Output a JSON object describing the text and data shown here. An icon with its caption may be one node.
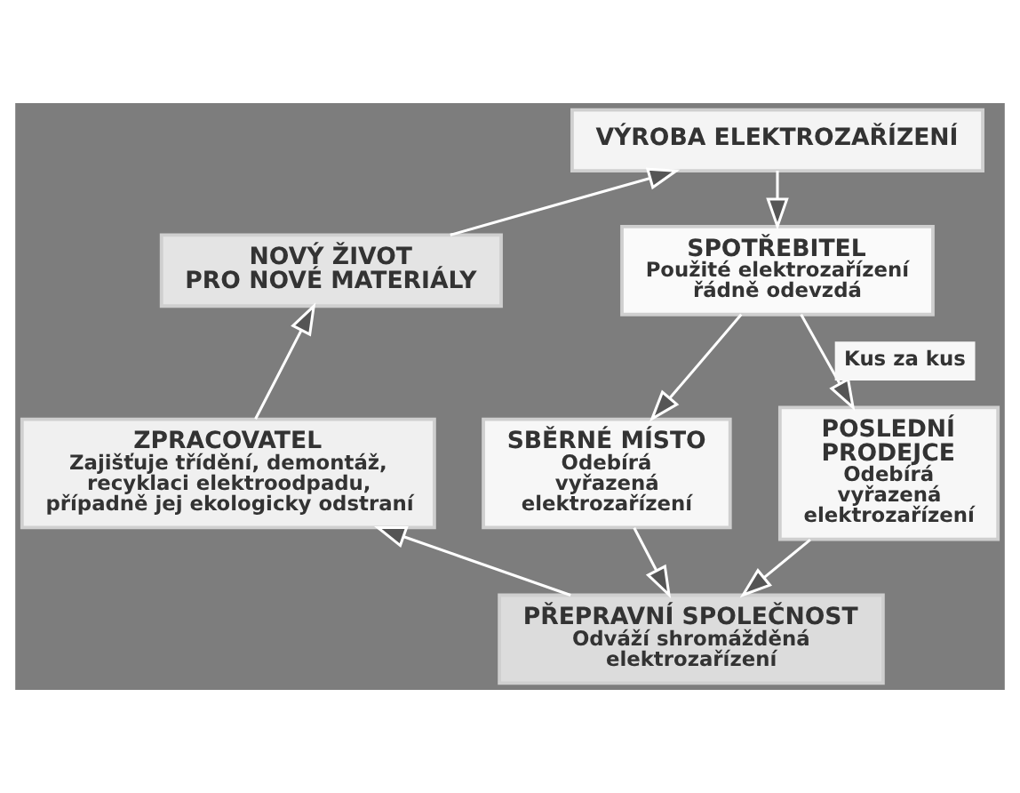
{
  "diagram": {
    "nodes": [
      {
        "text": [
          "VÝROBA ELEKTROZAŘÍZENÍ"
        ]
      },
      {
        "text": [
          "NOVÝ ŽIVOT PRO NOVÉ MATERIÁLY"
        ]
      },
      {
        "text": [
          "SPOTŘEBITEL",
          "Použité elektrozařízení řádně odevzdá"
        ]
      },
      {
        "text": [
          "ZPRACOVATEL",
          "Zajišťuje třídění, demontáž, recyklaci elektroodpadu, případně jej ekologicky odstraní"
        ]
      },
      {
        "text": [
          "SBĚRNÉ MÍSTO",
          "Odebírá vyřazená elektrozařízení"
        ]
      },
      {
        "text": [
          "POSLEDNÍ PRODEJCE",
          "Odebírá vyřazená elektrozařízení"
        ]
      },
      {
        "text": [
          "PŘEPRAVNÍ SPOLEČNOST",
          "Odváží shromážděná elektrozařízení"
        ]
      }
    ],
    "edges": [
      {
        "from": 0,
        "to": 2,
        "arrow": "to"
      },
      {
        "from": 2,
        "to": 4,
        "arrow": "to"
      },
      {
        "from": 2,
        "to": 5,
        "arrow": "to",
        "label": "Kus za kus"
      },
      {
        "from": 4,
        "to": 6,
        "arrow": "to"
      },
      {
        "from": 5,
        "to": 6,
        "arrow": "to"
      },
      {
        "from": 6,
        "to": 3,
        "arrow": "to"
      },
      {
        "from": 3,
        "to": 1,
        "arrow": "to"
      },
      {
        "from": 1,
        "to": 0,
        "arrow": "to"
      }
    ]
  }
}
